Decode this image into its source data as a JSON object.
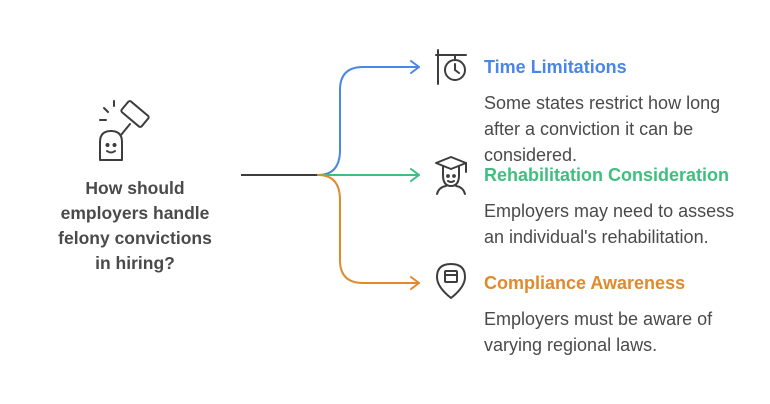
{
  "question": "How should employers handle felony convictions in hiring?",
  "central_icon": "gavel-icon",
  "colors": {
    "trunk": "#3d3d3d",
    "text": "#4a4a4a",
    "icon": "#3d3d3d"
  },
  "branches": [
    {
      "title": "Time Limitations",
      "description": "Some states restrict how long after a conviction it can be considered.",
      "icon": "timer-sign-icon",
      "color": "#4a86e8"
    },
    {
      "title": "Rehabilitation Consideration",
      "description": "Employers may need to assess an individual's rehabilitation.",
      "icon": "graduate-icon",
      "color": "#3fbf7f"
    },
    {
      "title": "Compliance Awareness",
      "description": "Employers must be aware of varying regional laws.",
      "icon": "map-pin-icon",
      "color": "#e08a2e"
    }
  ]
}
